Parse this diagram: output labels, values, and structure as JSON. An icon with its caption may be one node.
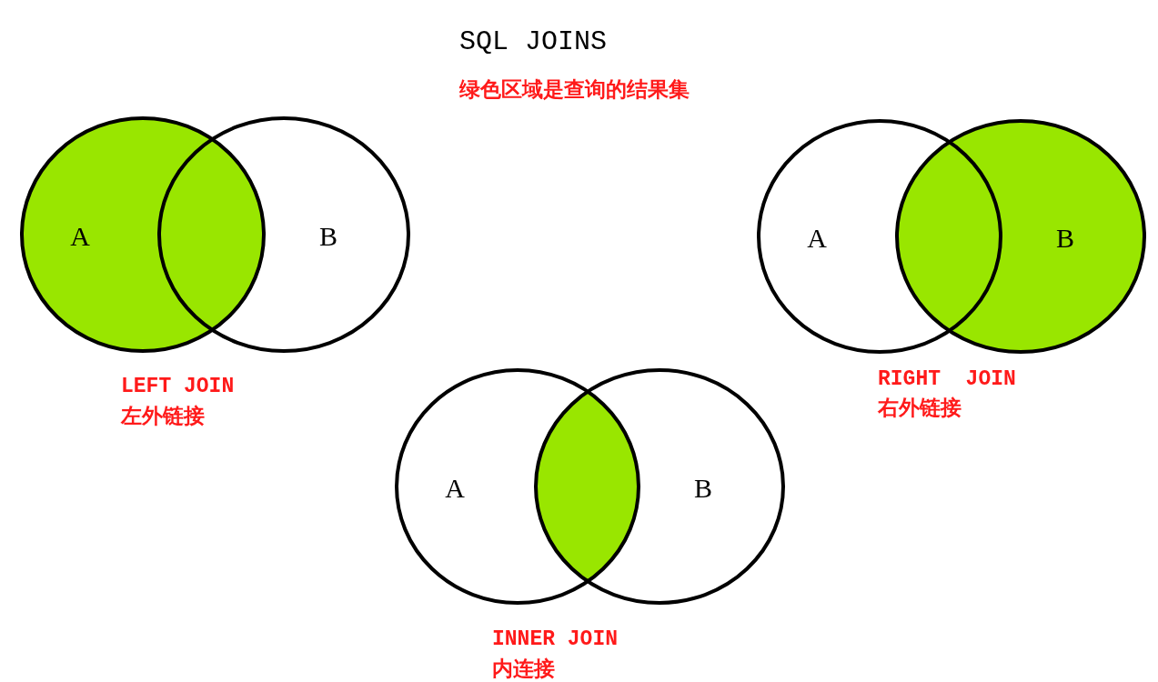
{
  "diagram": {
    "title": "SQL JOINS",
    "nodes": [
      {
        "text": [
          "A"
        ]
      },
      {
        "text": [
          "B"
        ]
      },
      {
        "text": [
          "A"
        ]
      },
      {
        "text": [
          "B"
        ]
      },
      {
        "text": [
          "A"
        ]
      },
      {
        "text": [
          "B"
        ]
      }
    ],
    "labels": [
      "绿色区域是查询的结果集",
      "LEFT JOIN",
      "左外链接",
      "RIGHT  JOIN",
      "右外链接",
      "INNER JOIN",
      "内连接"
    ]
  }
}
